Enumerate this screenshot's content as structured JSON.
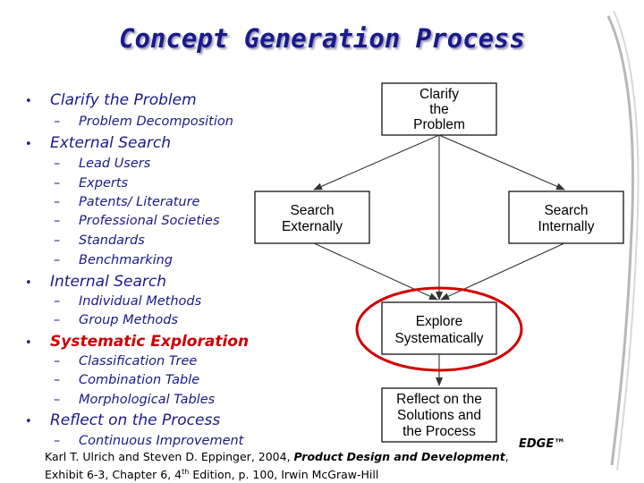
{
  "slide": {
    "title": "Concept Generation Process"
  },
  "bullets": [
    {
      "label": "Clarify the Problem",
      "highlight": false,
      "subs": [
        "Problem Decomposition"
      ]
    },
    {
      "label": "External Search",
      "highlight": false,
      "subs": [
        "Lead Users",
        "Experts",
        "Patents/ Literature",
        "Professional Societies",
        "Standards",
        "Benchmarking"
      ]
    },
    {
      "label": "Internal Search",
      "highlight": false,
      "subs": [
        "Individual Methods",
        "Group Methods"
      ]
    },
    {
      "label": "Systematic Exploration",
      "highlight": true,
      "subs": [
        "Classification Tree",
        "Combination Table",
        "Morphological Tables"
      ]
    },
    {
      "label": "Reflect on the Process",
      "highlight": false,
      "subs": [
        "Continuous Improvement"
      ]
    }
  ],
  "flowchart": {
    "clarify": [
      "Clarify",
      "the",
      "Problem"
    ],
    "search_external": [
      "Search",
      "Externally"
    ],
    "search_internal": [
      "Search",
      "Internally"
    ],
    "explore": [
      "Explore",
      "Systematically"
    ],
    "reflect": [
      "Reflect on the",
      "Solutions and",
      "the Process"
    ]
  },
  "citation": {
    "line1_prefix": "Karl T. Ulrich and Steven D. Eppinger, 2004, ",
    "book_title": "Product Design and Development",
    "line1_suffix": ",",
    "line2_prefix": "Exhibit 6-3, Chapter 6, 4",
    "line2_sup": "th",
    "line2_suffix": " Edition, p. 100, Irwin McGraw-Hill"
  },
  "logo": "EDGE™",
  "colors": {
    "title": "#1a1a8c",
    "bullet_text": "#1a1a8c",
    "highlight": "#cc0000",
    "box_border": "#000000",
    "arrow": "#333333",
    "circle": "#d10000"
  }
}
